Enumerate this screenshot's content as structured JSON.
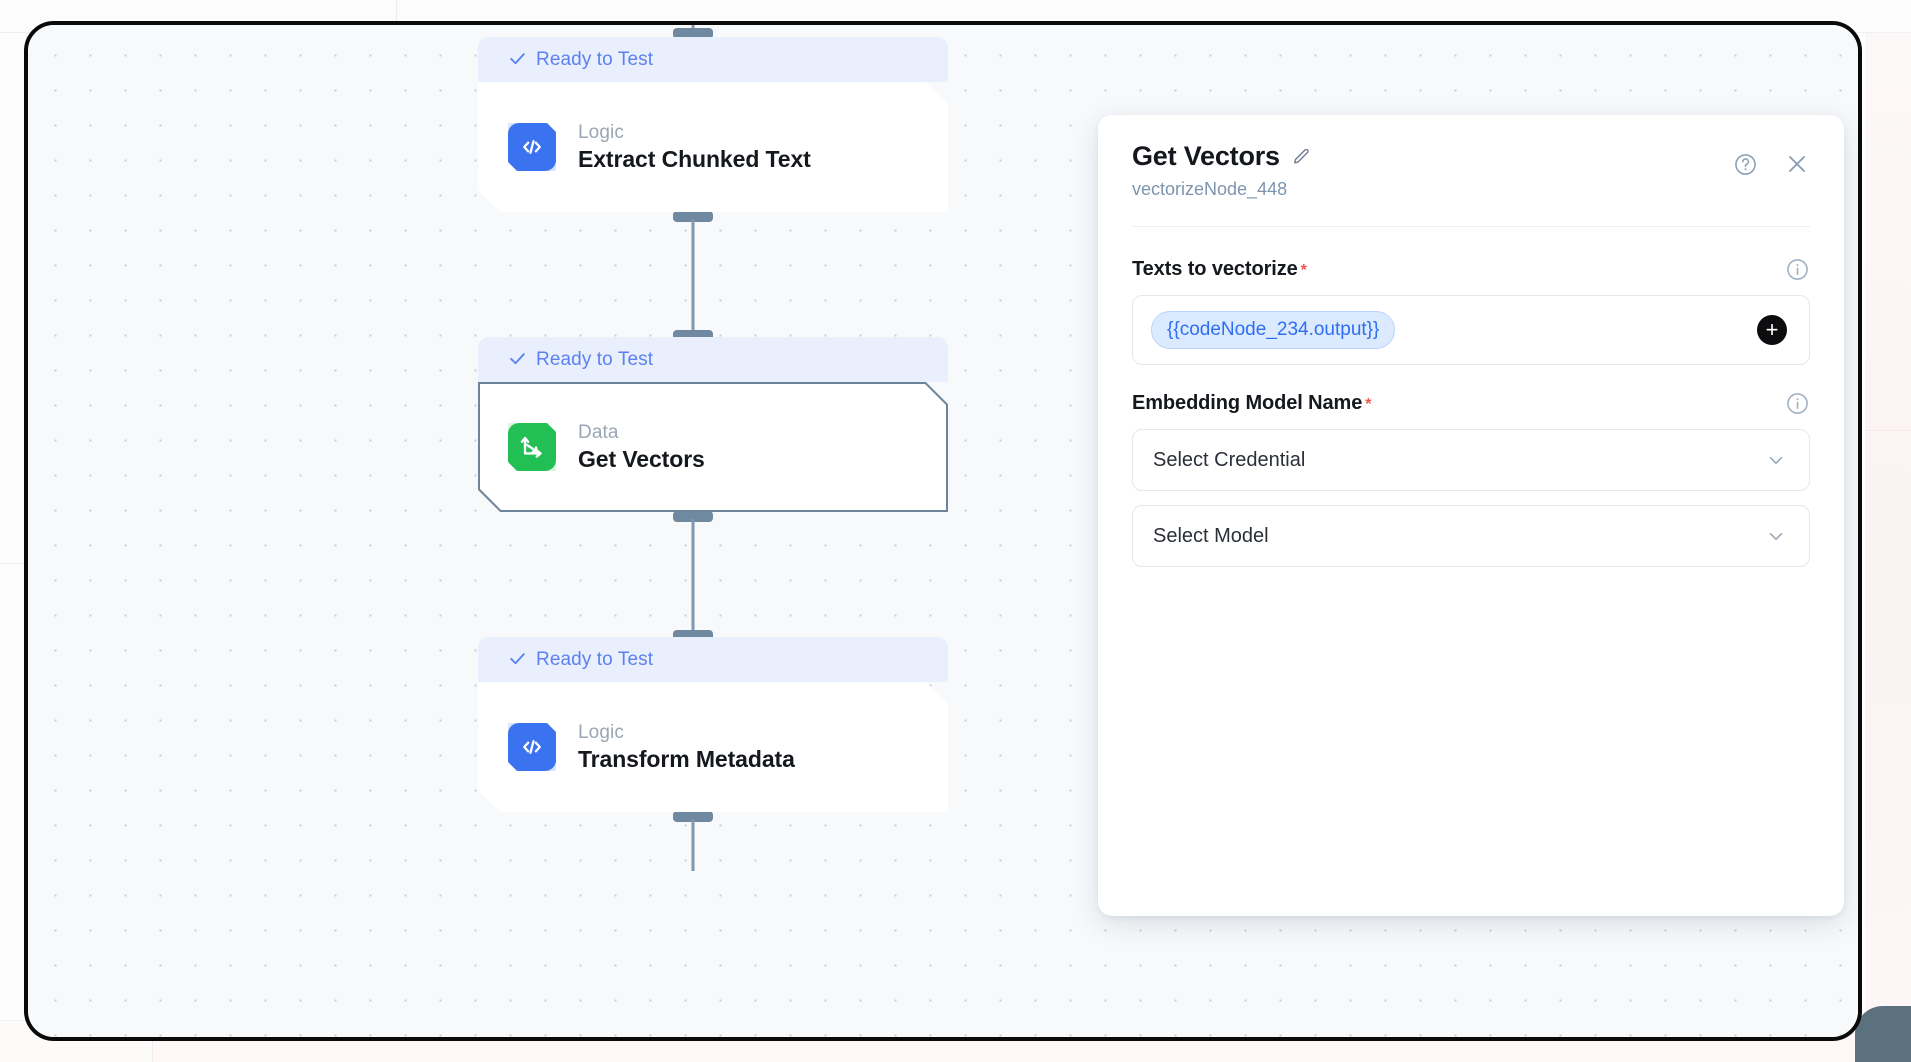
{
  "canvas": {
    "nodes": [
      {
        "status": "Ready to Test",
        "status_icon": "check-icon",
        "kind": "Logic",
        "kind_icon": "code-brackets-icon",
        "title": "Extract Chunked Text",
        "selected": false,
        "accent": "#3b72f0"
      },
      {
        "status": "Ready to Test",
        "status_icon": "check-icon",
        "kind": "Data",
        "kind_icon": "axes-arrows-icon",
        "title": "Get Vectors",
        "selected": true,
        "accent": "#22bf55"
      },
      {
        "status": "Ready to Test",
        "status_icon": "check-icon",
        "kind": "Logic",
        "kind_icon": "code-brackets-icon",
        "title": "Transform Metadata",
        "selected": false,
        "accent": "#3b72f0"
      }
    ],
    "colors": {
      "status_band": "#e9effc",
      "status_text": "#5b82f0",
      "connector": "#7f98ad",
      "selected_border": "#6d849b",
      "grid_dot": "#c9cfd6",
      "canvas_bg": "#f7f9fb"
    }
  },
  "panel": {
    "title": "Get Vectors",
    "edit_icon": "pencil-icon",
    "subtitle": "vectorizeNode_448",
    "help_icon": "question-circle-icon",
    "close_icon": "close-icon",
    "fields": [
      {
        "label": "Texts to vectorize",
        "required": true,
        "required_mark": "*",
        "info_icon": "info-circle-icon",
        "type": "token-input",
        "tokens": [
          "{{codeNode_234.output}}"
        ],
        "add_icon": "plus-icon",
        "add_label": "+"
      },
      {
        "label": "Embedding Model Name",
        "required": true,
        "required_mark": "*",
        "info_icon": "info-circle-icon",
        "type": "selects",
        "selects": [
          {
            "value": "Select Credential",
            "chevron_icon": "chevron-down-icon"
          },
          {
            "value": "Select Model",
            "chevron_icon": "chevron-down-icon"
          }
        ]
      }
    ]
  }
}
